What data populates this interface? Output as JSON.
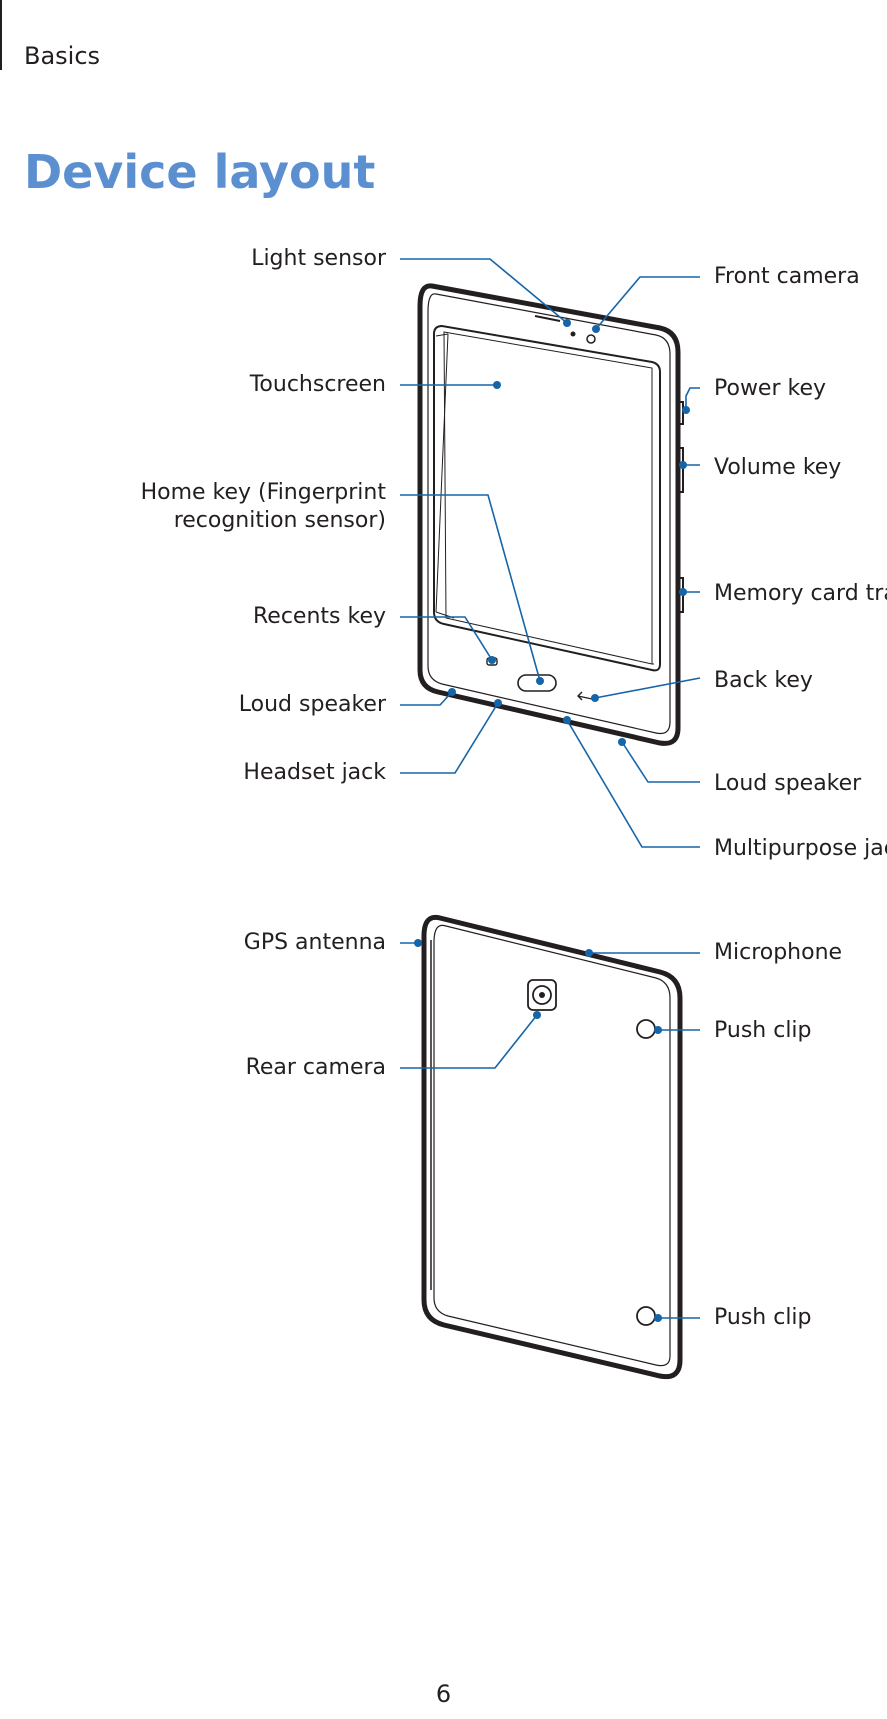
{
  "header": {
    "section": "Basics"
  },
  "title": "Device layout",
  "accent_color": "#5b8fd0",
  "callout_color": "#1565a8",
  "front_labels": {
    "light_sensor": "Light sensor",
    "front_camera": "Front camera",
    "touchscreen": "Touchscreen",
    "power_key": "Power key",
    "volume_key": "Volume key",
    "home_key_line1": "Home key (Fingerprint",
    "home_key_line2": "recognition sensor)",
    "memory_card_tray": "Memory card tray",
    "recents_key": "Recents key",
    "back_key": "Back key",
    "loud_speaker_left": "Loud speaker",
    "headset_jack": "Headset jack",
    "loud_speaker_right": "Loud speaker",
    "multipurpose_jack": "Multipurpose jack"
  },
  "back_labels": {
    "gps_antenna": "GPS antenna",
    "microphone": "Microphone",
    "rear_camera": "Rear camera",
    "push_clip_top": "Push clip",
    "push_clip_bottom": "Push clip"
  },
  "icons": [
    "recents-icon",
    "home-key-icon",
    "back-arrow-icon",
    "camera-lens-icon"
  ],
  "page_number": "6"
}
